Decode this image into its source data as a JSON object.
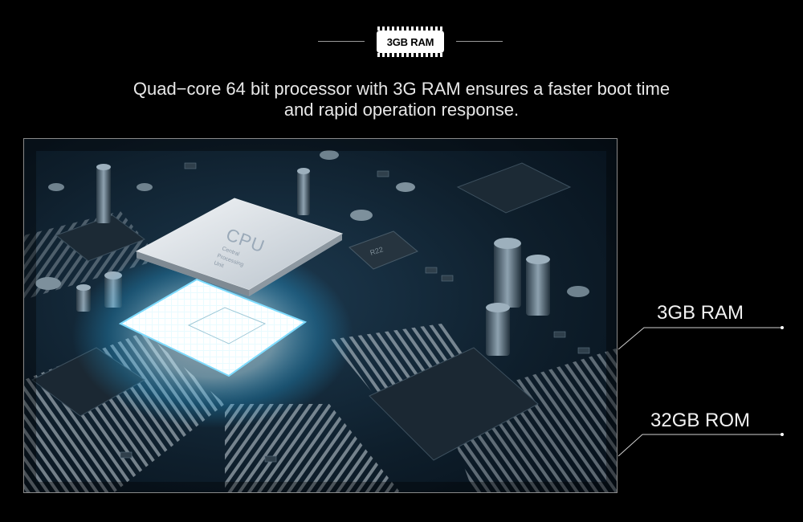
{
  "header": {
    "badge_label": "3GB RAM"
  },
  "headline": {
    "line1": "Quad−core 64 bit processor with 3G RAM ensures a faster boot time",
    "line2": "and rapid operation response."
  },
  "image": {
    "chip_text": "CPU",
    "chip_subtext_1": "Central",
    "chip_subtext_2": "Processing",
    "chip_subtext_3": "Unit",
    "component_label": "R22"
  },
  "specs": {
    "ram": "3GB RAM",
    "rom": "32GB ROM"
  },
  "colors": {
    "background": "#000000",
    "glow": "#29b6f6",
    "board": "#10202d"
  }
}
